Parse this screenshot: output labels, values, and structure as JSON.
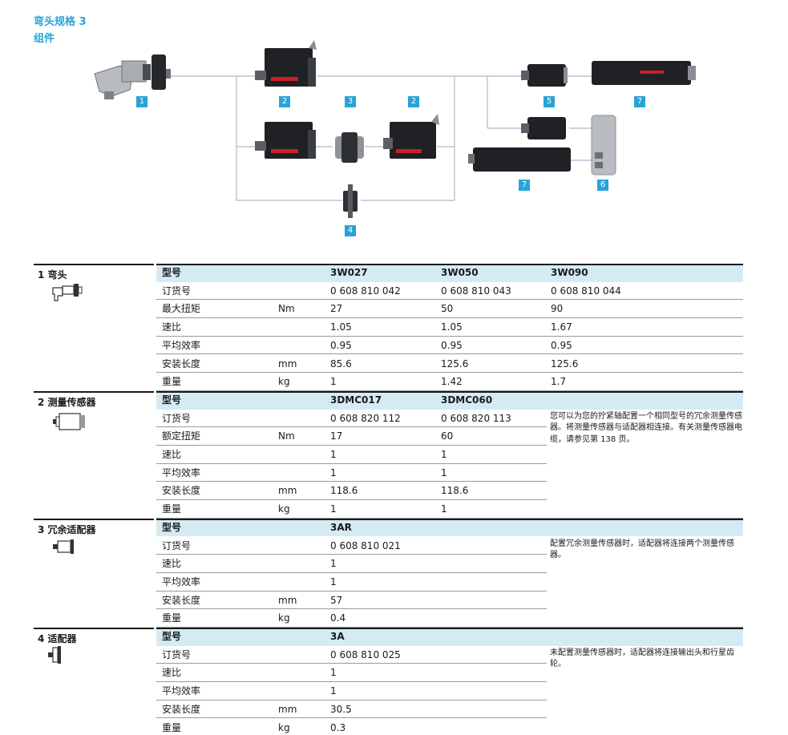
{
  "header": {
    "title": "弯头规格 3",
    "subtitle": "组件"
  },
  "diagram": {
    "badges": [
      "1",
      "2",
      "3",
      "2",
      "4",
      "5",
      "7",
      "7",
      "6"
    ]
  },
  "sections": [
    {
      "title": "1  弯头",
      "head": [
        "型号",
        "",
        "3W027",
        "3W050",
        "3W090"
      ],
      "rows": [
        [
          "订货号",
          "",
          "0 608 810 042",
          "0 608 810 043",
          "0 608 810 044"
        ],
        [
          "最大扭矩",
          "Nm",
          "27",
          "50",
          "90"
        ],
        [
          "速比",
          "",
          "1.05",
          "1.05",
          "1.67"
        ],
        [
          "平均效率",
          "",
          "0.95",
          "0.95",
          "0.95"
        ],
        [
          "安装长度",
          "mm",
          "85.6",
          "125.6",
          "125.6"
        ],
        [
          "重量",
          "kg",
          "1",
          "1.42",
          "1.7"
        ]
      ],
      "note": ""
    },
    {
      "title": "2  测量传感器",
      "head": [
        "型号",
        "",
        "3DMC017",
        "3DMC060",
        ""
      ],
      "rows": [
        [
          "订货号",
          "",
          "0 608 820 112",
          "0 608 820 113",
          ""
        ],
        [
          "额定扭矩",
          "Nm",
          "17",
          "60",
          ""
        ],
        [
          "速比",
          "",
          "1",
          "1",
          ""
        ],
        [
          "平均效率",
          "",
          "1",
          "1",
          ""
        ],
        [
          "安装长度",
          "mm",
          "118.6",
          "118.6",
          ""
        ],
        [
          "重量",
          "kg",
          "1",
          "1",
          ""
        ]
      ],
      "note": "您可以为您的拧紧轴配置一个相同型号的冗余测量传感器。将测量传感器与适配器相连接。有关测量传感器电缆，请参见第 138 页。"
    },
    {
      "title": "3  冗余适配器",
      "head": [
        "型号",
        "",
        "3AR",
        "",
        ""
      ],
      "rows": [
        [
          "订货号",
          "",
          "0 608 810 021",
          "",
          ""
        ],
        [
          "速比",
          "",
          "1",
          "",
          ""
        ],
        [
          "平均效率",
          "",
          "1",
          "",
          ""
        ],
        [
          "安装长度",
          "mm",
          "57",
          "",
          ""
        ],
        [
          "重量",
          "kg",
          "0.4",
          "",
          ""
        ]
      ],
      "note": "配置冗余测量传感器时，适配器将连接两个测量传感器。"
    },
    {
      "title": "4  适配器",
      "head": [
        "型号",
        "",
        "3A",
        "",
        ""
      ],
      "rows": [
        [
          "订货号",
          "",
          "0 608 810 025",
          "",
          ""
        ],
        [
          "速比",
          "",
          "1",
          "",
          ""
        ],
        [
          "平均效率",
          "",
          "1",
          "",
          ""
        ],
        [
          "安装长度",
          "mm",
          "30.5",
          "",
          ""
        ],
        [
          "重量",
          "kg",
          "0.3",
          "",
          ""
        ]
      ],
      "note": "未配置测量传感器时，适配器将连接输出头和行星齿轮。"
    }
  ]
}
